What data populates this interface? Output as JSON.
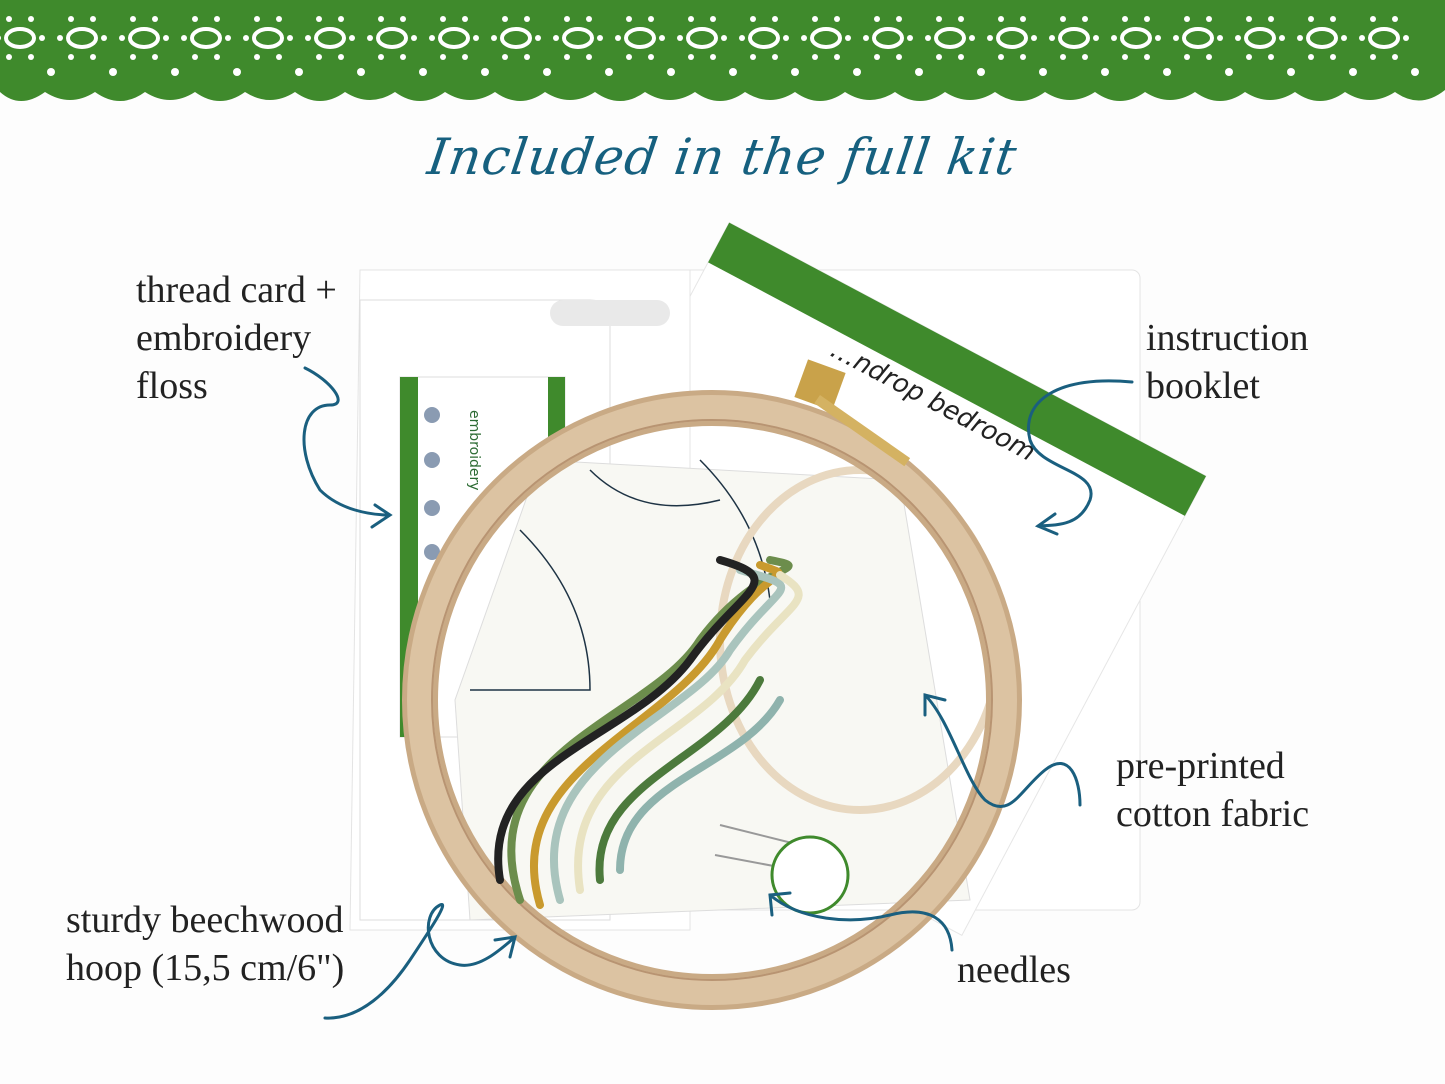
{
  "header": {
    "title": "Included in the full kit"
  },
  "labels": {
    "thread_card": "thread card +\nembroidery\nfloss",
    "instruction_booklet": "instruction\nbooklet",
    "fabric": "pre-printed\ncotton fabric",
    "hoop": "sturdy beechwood\nhoop (15,5 cm/6\")",
    "needles": "needles"
  },
  "booklet_text": "…ndrop bedroom",
  "thread_card_text": "embroidery",
  "colors": {
    "lace_green": "#3f8a2c",
    "title_blue": "#16607f",
    "arrow_blue": "#1a5f7f",
    "hoop_wood": "#d8bfa0"
  }
}
